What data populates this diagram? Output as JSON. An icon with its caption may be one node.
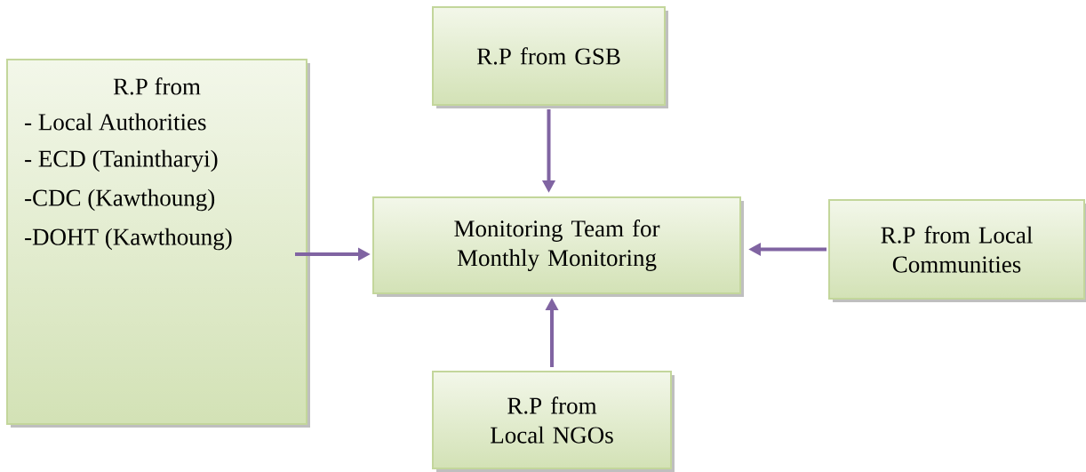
{
  "diagram": {
    "nodes": [
      {
        "text": [
          "R.P from",
          "- Local Authorities",
          "- ECD (Tanintharyi)",
          "-CDC (Kawthoung)",
          "-DOHT (Kawthoung)"
        ]
      },
      {
        "text": [
          "R.P from GSB"
        ]
      },
      {
        "text": [
          "Monitoring Team for Monthly Monitoring"
        ]
      },
      {
        "text": [
          "R.P from Local Communities"
        ]
      },
      {
        "text": [
          "R.P from Local NGOs"
        ]
      }
    ],
    "edges": [
      {
        "from": 1,
        "to": 2,
        "arrow": "to"
      },
      {
        "from": 0,
        "to": 2,
        "arrow": "to"
      },
      {
        "from": 3,
        "to": 2,
        "arrow": "to"
      },
      {
        "from": 4,
        "to": 2,
        "arrow": "to"
      }
    ]
  }
}
